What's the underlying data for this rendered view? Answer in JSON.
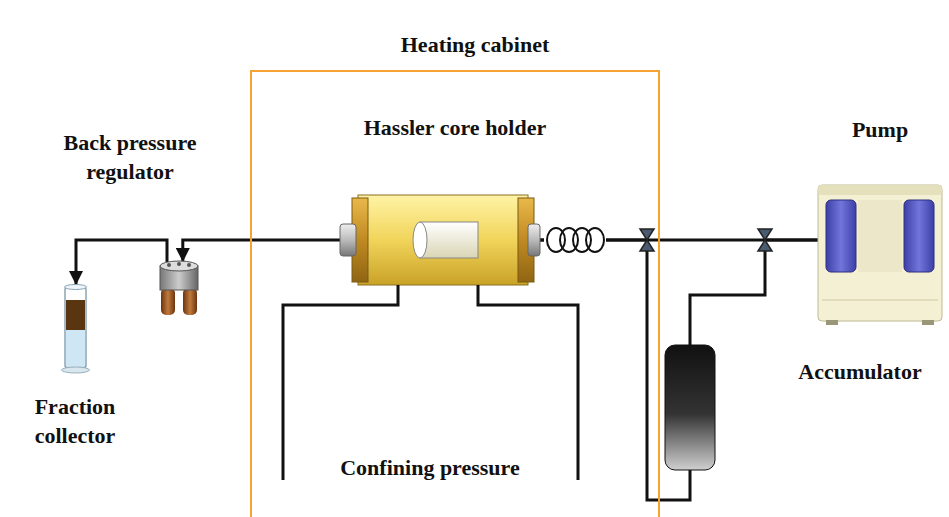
{
  "diagram": {
    "nodes": [
      {
        "text": [
          "Heating cabinet"
        ]
      },
      {
        "text": [
          "Hassler core holder"
        ],
        "in": 0
      },
      {
        "text": [
          "Back pressure regulator"
        ]
      },
      {
        "text": [
          "Fraction collector"
        ]
      },
      {
        "text": [
          "Pump"
        ]
      },
      {
        "text": [
          "Accumulator"
        ]
      }
    ],
    "edges": [
      {
        "from": 1,
        "to": 2,
        "arrow": "to"
      },
      {
        "from": 2,
        "to": 3,
        "arrow": "to"
      },
      {
        "from": 4,
        "to": 1,
        "arrow": "none"
      },
      {
        "from": 5,
        "to": 1,
        "arrow": "none"
      },
      {
        "from": 4,
        "to": 5,
        "arrow": "none"
      }
    ],
    "labels": [
      "Confining pressure"
    ]
  }
}
